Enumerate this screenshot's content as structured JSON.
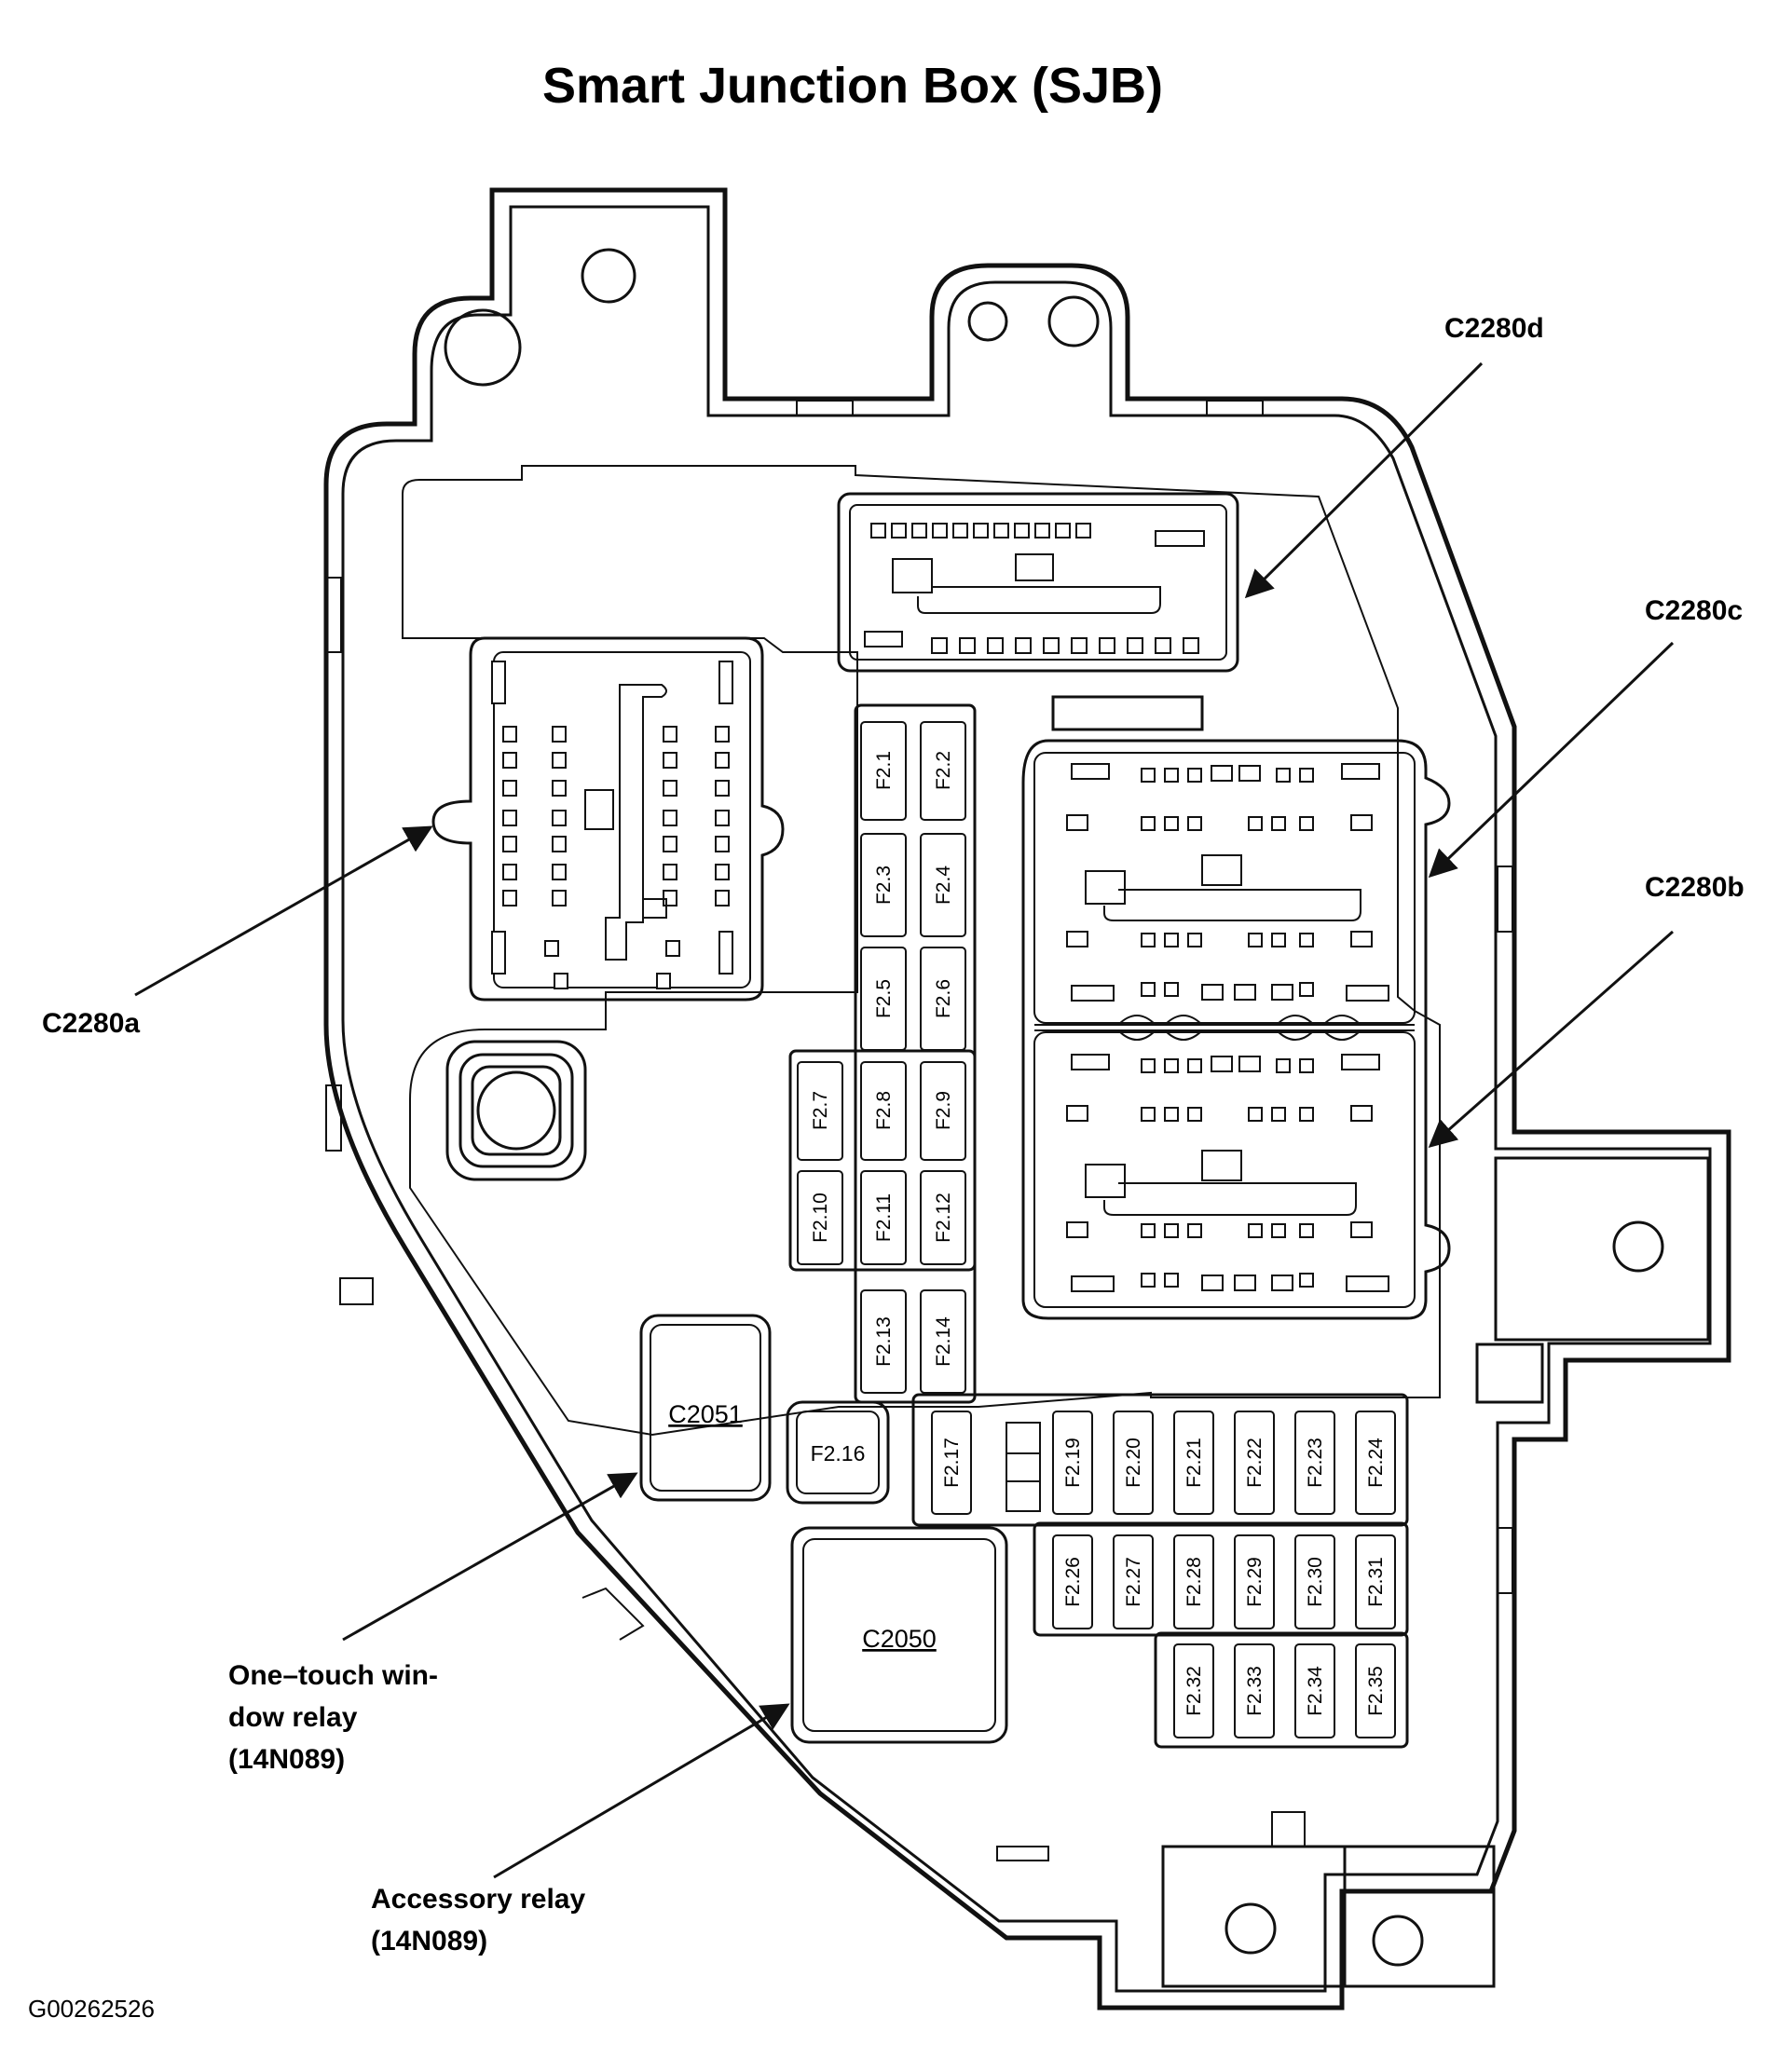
{
  "title": "Smart Junction Box (SJB)",
  "figure_id": "G00262526",
  "connectors": {
    "c2280a": "C2280a",
    "c2280b": "C2280b",
    "c2280c": "C2280c",
    "c2280d": "C2280d"
  },
  "relays": {
    "c2051": "C2051",
    "c2050": "C2050",
    "f216": "F2.16"
  },
  "callouts": {
    "one_touch": [
      "One–touch win-",
      "dow relay",
      "(14N089)"
    ],
    "accessory": [
      "Accessory relay",
      "(14N089)"
    ]
  },
  "fuses": {
    "f2_1": "F2.1",
    "f2_2": "F2.2",
    "f2_3": "F2.3",
    "f2_4": "F2.4",
    "f2_5": "F2.5",
    "f2_6": "F2.6",
    "f2_7": "F2.7",
    "f2_8": "F2.8",
    "f2_9": "F2.9",
    "f2_10": "F2.10",
    "f2_11": "F2.11",
    "f2_12": "F2.12",
    "f2_13": "F2.13",
    "f2_14": "F2.14",
    "f2_17": "F2.17",
    "f2_19": "F2.19",
    "f2_20": "F2.20",
    "f2_21": "F2.21",
    "f2_22": "F2.22",
    "f2_23": "F2.23",
    "f2_24": "F2.24",
    "f2_26": "F2.26",
    "f2_27": "F2.27",
    "f2_28": "F2.28",
    "f2_29": "F2.29",
    "f2_30": "F2.30",
    "f2_31": "F2.31",
    "f2_32": "F2.32",
    "f2_33": "F2.33",
    "f2_34": "F2.34",
    "f2_35": "F2.35"
  }
}
